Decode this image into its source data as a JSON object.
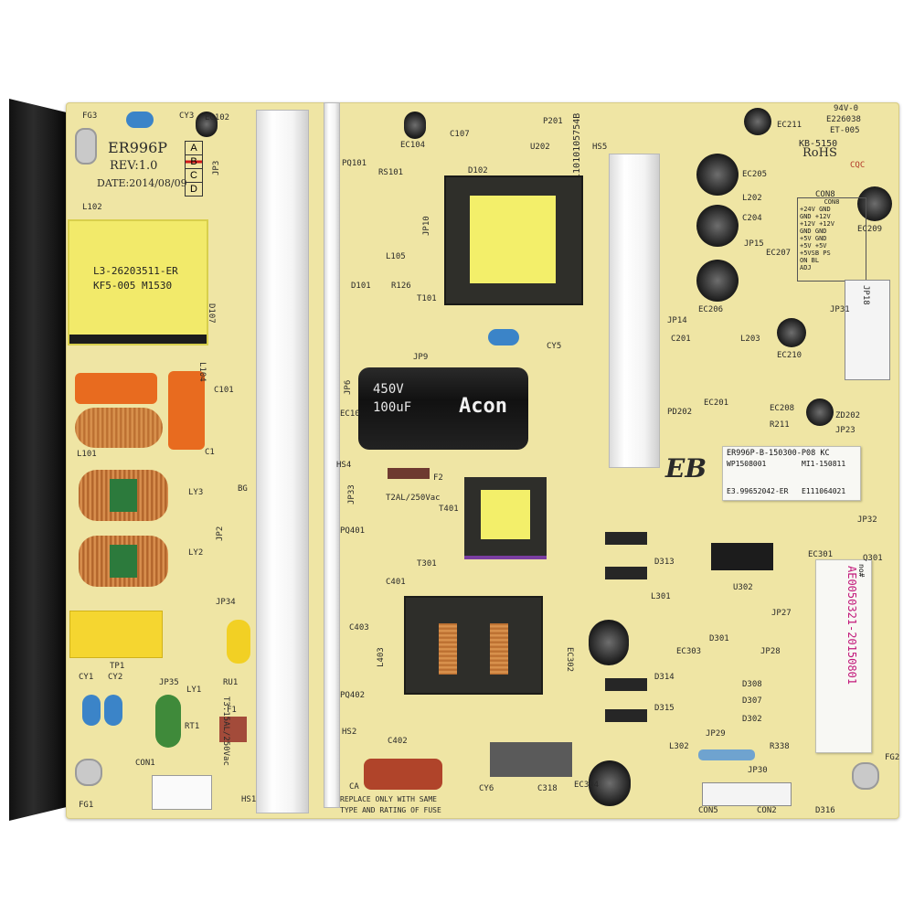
{
  "board": {
    "model": "ER996P",
    "rev": "REV:1.0",
    "date": "DATE:2014/08/09",
    "revision_letters": [
      "A",
      "B",
      "C",
      "D"
    ],
    "ul_text": "94V-0",
    "ul_number": "E226038",
    "et_code": "ET-005",
    "kb_code": "KB-5150",
    "rohs": "RoHS",
    "cqc": "CQC",
    "serial_vertical": "E11010105754B",
    "warning_line1": "REPLACE ONLY WITH SAME",
    "warning_line2": "TYPE AND RATING OF FUSE",
    "fuse_rating": "T2AL/250Vac",
    "fuse_rating_main": "T3.15AL/250Vac",
    "logo": "EB",
    "colors": {
      "pcb": "#efe5a4",
      "bracket": "#1a1a1a",
      "heatsink": "#f2f2f2",
      "transformer_core": "#2f2f2a",
      "bobbin": "#f3ef6a"
    }
  },
  "transformer_label": {
    "line1": "L3-26203511-ER",
    "line2": "KF5-005  M1530"
  },
  "capacitor_main": {
    "text_a": "450V",
    "text_b": "100uF",
    "brand": "Acon"
  },
  "connector_pinout": {
    "title": "CON8",
    "rows": [
      "+24V GND",
      "GND +12V",
      "+12V +12V",
      "GND GND",
      "+5V GND",
      "+5V +5V",
      "+5VSB PS",
      "ON BL",
      "ADJ"
    ]
  },
  "sticker_label": {
    "line1": "ER996P-B-150300-P08 KC",
    "line2": "WP1508001",
    "line3": "MI1-150811",
    "line4": "E3.99652042-ER",
    "line5": "E111064021"
  },
  "sticker_serial": {
    "barcode": "AE0050321-20150801",
    "tag": "no#"
  },
  "designators": [
    "FG3",
    "CY3",
    "EC102",
    "L102",
    "JP3",
    "PQ101",
    "RS101",
    "D102",
    "EC104",
    "C107",
    "P201",
    "U202",
    "HS5",
    "EC211",
    "CON8",
    "EC205",
    "C204",
    "L202",
    "EC209",
    "JP15",
    "EC207",
    "JP18",
    "EC206",
    "JP14",
    "C201",
    "L203",
    "EC210",
    "EC201",
    "EC208",
    "ZD202",
    "R211",
    "JP23",
    "JP32",
    "D101",
    "R126",
    "T101",
    "CY5",
    "JP9",
    "EC10",
    "JP6",
    "HS4",
    "F2",
    "T401",
    "JP33",
    "PQ401",
    "C401",
    "C403",
    "PQ402",
    "L403",
    "T301",
    "L301",
    "D313",
    "D314",
    "D315",
    "U302",
    "EC301",
    "Q301",
    "D301",
    "EC303",
    "JP28",
    "JP27",
    "D308",
    "D307",
    "D302",
    "JP29",
    "R338",
    "L302",
    "EC304",
    "C318",
    "CY6",
    "CON5",
    "CON2",
    "D316",
    "FG2",
    "HS2",
    "C402",
    "CA",
    "HS1",
    "CON1",
    "FG1",
    "F1",
    "RT1",
    "CY1",
    "CY2",
    "TP1",
    "JP35",
    "LY1",
    "RU1",
    "JP34",
    "LY2",
    "LY3",
    "L101",
    "C1",
    "C101",
    "L104",
    "D107",
    "JP2",
    "BG",
    "JP10",
    "L105",
    "JP30",
    "JP31",
    "EC302",
    "PD202"
  ]
}
